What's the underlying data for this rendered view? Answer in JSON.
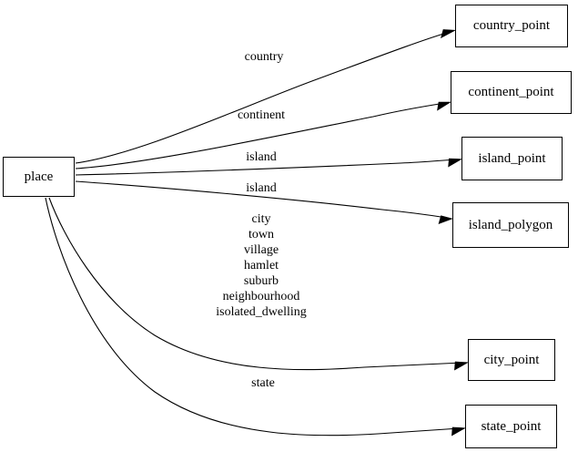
{
  "diagram": {
    "type": "directed-graph",
    "title": "place",
    "background_color": "#ffffff",
    "line_color": "#000000",
    "text_color": "#000000",
    "source_node": {
      "id": "place",
      "label": "place"
    },
    "target_nodes": [
      {
        "id": "country_point",
        "label": "country_point"
      },
      {
        "id": "continent_point",
        "label": "continent_point"
      },
      {
        "id": "island_point",
        "label": "island_point"
      },
      {
        "id": "island_polygon",
        "label": "island_polygon"
      },
      {
        "id": "city_point",
        "label": "city_point"
      },
      {
        "id": "state_point",
        "label": "state_point"
      }
    ],
    "edges": [
      {
        "from": "place",
        "to": "country_point",
        "label": "country"
      },
      {
        "from": "place",
        "to": "continent_point",
        "label": "continent"
      },
      {
        "from": "place",
        "to": "island_point",
        "label": "island"
      },
      {
        "from": "place",
        "to": "island_polygon",
        "label": "island"
      },
      {
        "from": "place",
        "to": "city_point",
        "label": "city\ntown\nvillage\nhamlet\nsuburb\nneighbourhood\nisolated_dwelling"
      },
      {
        "from": "place",
        "to": "state_point",
        "label": "state"
      }
    ],
    "edge_label_lines": {
      "country": [
        "country"
      ],
      "continent": [
        "continent"
      ],
      "island_point": [
        "island"
      ],
      "island_polygon": [
        "island"
      ],
      "city_point": [
        "city",
        "town",
        "village",
        "hamlet",
        "suburb",
        "neighbourhood",
        "isolated_dwelling"
      ],
      "state_point": [
        "state"
      ]
    }
  }
}
